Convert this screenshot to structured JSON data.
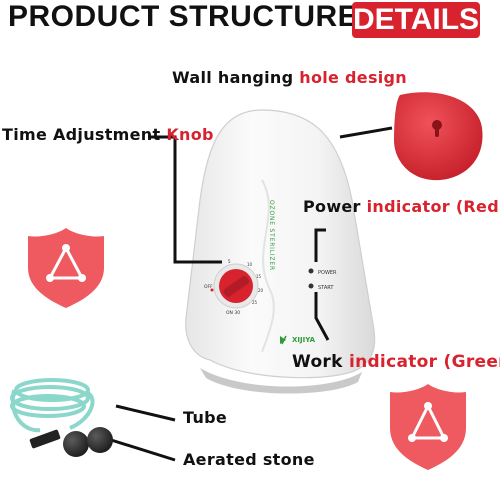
{
  "header": {
    "title": "PRODUCT STRUCTURE",
    "badge": "DETAILS"
  },
  "labels": {
    "wall": {
      "main": "Wall hanging ",
      "accent": "hole design"
    },
    "time": {
      "main": "Time Adjustment ",
      "accent": "Knob"
    },
    "power": {
      "main": "Power ",
      "accent": "indicator (Red)"
    },
    "work": {
      "main": "Work ",
      "accent": "indicator (Green)"
    },
    "tube": "Tube",
    "stone": "Aerated stone"
  },
  "device": {
    "vertical_text": "OZONE STERILIZER",
    "brand": "XIJIYA",
    "power_indicator": "POWER",
    "start_indicator": "START",
    "dial": {
      "off": "OFF",
      "on": "ON 30",
      "ticks": [
        "5",
        "10",
        "15",
        "20",
        "25"
      ]
    }
  },
  "colors": {
    "accent": "#d8232f",
    "device": "#f2f2f2",
    "tube": "#7fd3c6"
  },
  "icons": [
    "warning-triangle-shield-icon",
    "warning-triangle-shield-icon"
  ]
}
